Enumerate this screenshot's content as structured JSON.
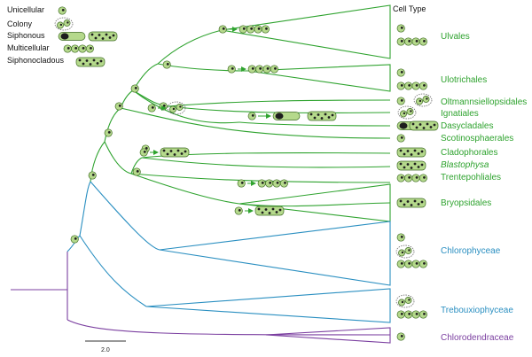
{
  "header": {
    "cell_type_title": "Cell Type"
  },
  "legend": {
    "items": [
      {
        "label": "Unicellular",
        "cell_type": "unicellular"
      },
      {
        "label": "Colony",
        "cell_type": "colony"
      },
      {
        "label": "Siphonous",
        "cell_type": "siphonous"
      },
      {
        "label": "Multicellular",
        "cell_type": "multicellular"
      },
      {
        "label": "Siphonocladous",
        "cell_type": "siphonocladous"
      }
    ]
  },
  "clades": [
    {
      "label": "Ulvales",
      "group": "green",
      "cell_types": [
        "unicellular",
        "multicellular"
      ]
    },
    {
      "label": "Ulotrichales",
      "group": "green",
      "cell_types": [
        "unicellular",
        "multicellular"
      ]
    },
    {
      "label": "Oltmannsiellopsidales",
      "group": "green",
      "cell_types": [
        "unicellular",
        "colony"
      ]
    },
    {
      "label": "Ignatiales",
      "group": "green",
      "cell_types": [
        "colony"
      ]
    },
    {
      "label": "Dasycladales",
      "group": "green",
      "cell_types": [
        "siphonous"
      ]
    },
    {
      "label": "Scotinosphaerales",
      "group": "green",
      "cell_types": [
        "unicellular"
      ]
    },
    {
      "label": "Cladophorales",
      "group": "green",
      "cell_types": [
        "siphonocladous"
      ]
    },
    {
      "label": "Blastophysa",
      "group": "green",
      "italic": true,
      "cell_types": [
        "siphonocladous"
      ]
    },
    {
      "label": "Trentepohliales",
      "group": "green",
      "cell_types": [
        "multicellular"
      ]
    },
    {
      "label": "Bryopsidales",
      "group": "green",
      "cell_types": [
        "siphonocladous"
      ]
    },
    {
      "label": "Chlorophyceae",
      "group": "blue",
      "cell_types": [
        "unicellular",
        "colony",
        "multicellular"
      ]
    },
    {
      "label": "Trebouxiophyceae",
      "group": "blue",
      "cell_types": [
        "colony",
        "multicellular"
      ]
    },
    {
      "label": "Chlorodendraceae",
      "group": "purple",
      "cell_types": [
        "unicellular"
      ]
    }
  ],
  "transitions": [
    {
      "from": "unicellular",
      "to": "multicellular"
    },
    {
      "from": "unicellular",
      "to": "multicellular"
    },
    {
      "from": "unicellular",
      "to": "colony"
    },
    {
      "from": "unicellular",
      "to": "siphonous"
    },
    {
      "from": "unicellular",
      "to": "siphonocladous"
    },
    {
      "from": "unicellular",
      "to": "multicellular"
    },
    {
      "from": "unicellular",
      "to": "siphonocladous"
    }
  ],
  "scale_bar": {
    "label": "2.0"
  },
  "colors": {
    "green": "#2fa32f",
    "blue": "#2a8fc1",
    "purple": "#7b3fa0",
    "cell_fill": "#b5d98c",
    "cell_stroke": "#3e6b22",
    "nucleus": "#1e1e1e",
    "arrow": "#2fa32f"
  }
}
